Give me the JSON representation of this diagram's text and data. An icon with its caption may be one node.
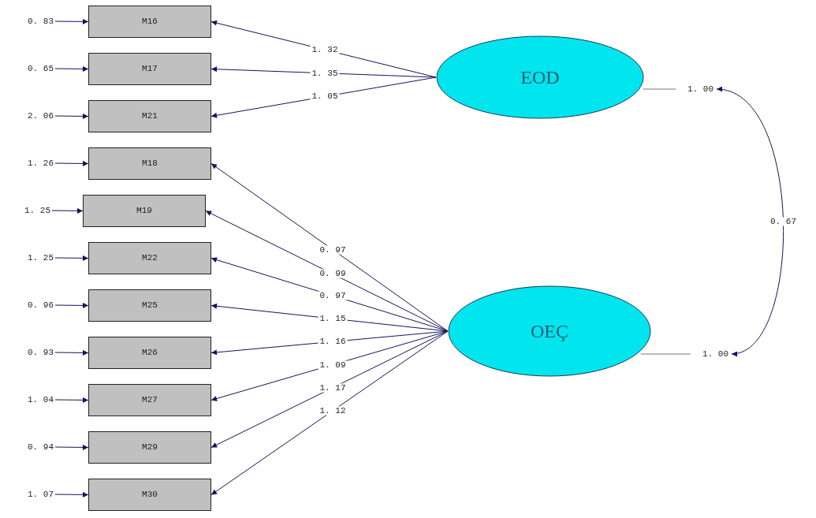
{
  "diagram": {
    "nodes": [
      {
        "text": [
          "M16"
        ]
      },
      {
        "text": [
          "M17"
        ]
      },
      {
        "text": [
          "M21"
        ]
      },
      {
        "text": [
          "M18"
        ]
      },
      {
        "text": [
          "M19"
        ]
      },
      {
        "text": [
          "M22"
        ]
      },
      {
        "text": [
          "M25"
        ]
      },
      {
        "text": [
          "M26"
        ]
      },
      {
        "text": [
          "M27"
        ]
      },
      {
        "text": [
          "M29"
        ]
      },
      {
        "text": [
          "M30"
        ]
      },
      {
        "text": [
          "EOD"
        ]
      },
      {
        "text": [
          "OEÇ"
        ]
      },
      {
        "text": [
          "0. 83"
        ]
      },
      {
        "text": [
          "0. 65"
        ]
      },
      {
        "text": [
          "2. 06"
        ]
      },
      {
        "text": [
          "1. 26"
        ]
      },
      {
        "text": [
          "1. 25"
        ]
      },
      {
        "text": [
          "1. 25"
        ]
      },
      {
        "text": [
          "0. 96"
        ]
      },
      {
        "text": [
          "0. 93"
        ]
      },
      {
        "text": [
          "1. 04"
        ]
      },
      {
        "text": [
          "0. 94"
        ]
      },
      {
        "text": [
          "1. 07"
        ]
      },
      {
        "text": [
          "1. 00"
        ]
      },
      {
        "text": [
          "1. 00"
        ]
      }
    ],
    "edges": [
      {
        "from": 11,
        "to": 0,
        "arrow": "to",
        "label": "1. 32"
      },
      {
        "from": 11,
        "to": 1,
        "arrow": "to",
        "label": "1. 35"
      },
      {
        "from": 11,
        "to": 2,
        "arrow": "to",
        "label": "1. 05"
      },
      {
        "from": 12,
        "to": 3,
        "arrow": "to",
        "label": "0. 97"
      },
      {
        "from": 12,
        "to": 4,
        "arrow": "to",
        "label": "0. 99"
      },
      {
        "from": 12,
        "to": 5,
        "arrow": "to",
        "label": "0. 97"
      },
      {
        "from": 12,
        "to": 6,
        "arrow": "to",
        "label": "1. 15"
      },
      {
        "from": 12,
        "to": 7,
        "arrow": "to",
        "label": "1. 16"
      },
      {
        "from": 12,
        "to": 8,
        "arrow": "to",
        "label": "1. 09"
      },
      {
        "from": 12,
        "to": 9,
        "arrow": "to",
        "label": "1. 17"
      },
      {
        "from": 12,
        "to": 10,
        "arrow": "to",
        "label": "1. 12"
      },
      {
        "from": 13,
        "to": 0,
        "arrow": "to"
      },
      {
        "from": 14,
        "to": 1,
        "arrow": "to"
      },
      {
        "from": 15,
        "to": 2,
        "arrow": "to"
      },
      {
        "from": 16,
        "to": 3,
        "arrow": "to"
      },
      {
        "from": 17,
        "to": 4,
        "arrow": "to"
      },
      {
        "from": 18,
        "to": 5,
        "arrow": "to"
      },
      {
        "from": 19,
        "to": 6,
        "arrow": "to"
      },
      {
        "from": 20,
        "to": 7,
        "arrow": "to"
      },
      {
        "from": 21,
        "to": 8,
        "arrow": "to"
      },
      {
        "from": 22,
        "to": 9,
        "arrow": "to"
      },
      {
        "from": 23,
        "to": 10,
        "arrow": "to"
      },
      {
        "from": 11,
        "to": 24,
        "arrow": "none",
        "color": "#777777"
      },
      {
        "from": 12,
        "to": 25,
        "arrow": "none",
        "color": "#777777"
      },
      {
        "from": 24,
        "to": 25,
        "arrow": "both",
        "label": "0. 67"
      }
    ]
  }
}
